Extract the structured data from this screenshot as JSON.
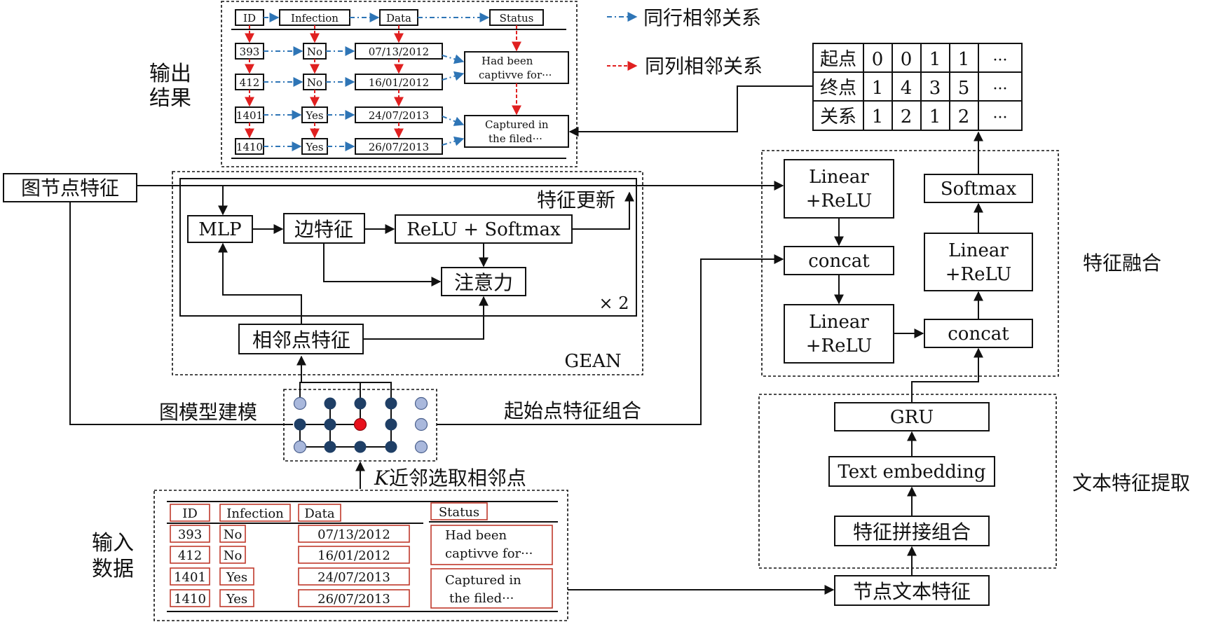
{
  "output_section": {
    "label_line1": "输出",
    "label_line2": "结果",
    "headers": [
      "ID",
      "Infection",
      "Data",
      "Status"
    ],
    "rows": [
      {
        "id": "393",
        "infection": "No",
        "date": "07/13/2012"
      },
      {
        "id": "412",
        "infection": "No",
        "date": "16/01/2012"
      },
      {
        "id": "1401",
        "infection": "Yes",
        "date": "24/07/2013"
      },
      {
        "id": "1410",
        "infection": "Yes",
        "date": "26/07/2013"
      }
    ],
    "status_1": [
      "Had been",
      "captivve for···"
    ],
    "status_2": [
      "Captured in",
      "the filed···"
    ]
  },
  "legend": {
    "row_relation": "同行相邻关系",
    "col_relation": "同列相邻关系",
    "row_color": "#2e75b6",
    "col_color": "#e02020"
  },
  "edge_table": {
    "rows": [
      {
        "label": "起点",
        "values": [
          "0",
          "0",
          "1",
          "1",
          "···"
        ]
      },
      {
        "label": "终点",
        "values": [
          "1",
          "4",
          "3",
          "5",
          "···"
        ]
      },
      {
        "label": "关系",
        "values": [
          "1",
          "2",
          "1",
          "2",
          "···"
        ]
      }
    ]
  },
  "gean": {
    "node_feature": "图节点特征",
    "feature_update": "特征更新",
    "mlp": "MLP",
    "edge_feature": "边特征",
    "relu_softmax": "ReLU + Softmax",
    "attention": "注意力",
    "repeat": "× 2",
    "neighbor_feature": "相邻点特征",
    "title": "GEAN"
  },
  "graph_modeling": {
    "label": "图模型建模",
    "start_combo": "起始点特征组合",
    "knn_k": "K",
    "knn_rest": "近邻选取相邻点",
    "light_color": "#a9b8dc",
    "dark_color": "#1f3f66",
    "highlight_color": "#e8101c"
  },
  "fusion": {
    "linear_relu_1": [
      "Linear",
      "+ReLU"
    ],
    "concat_1": "concat",
    "linear_relu_2": [
      "Linear",
      "+ReLU"
    ],
    "softmax": "Softmax",
    "linear_relu_3": [
      "Linear",
      "+ReLU"
    ],
    "concat_2": "concat",
    "label": "特征融合"
  },
  "text_extraction": {
    "gru": "GRU",
    "text_embedding": "Text embedding",
    "concat_features": "特征拼接组合",
    "node_text_feature": "节点文本特征",
    "label": "文本特征提取"
  },
  "input_section": {
    "label_line1": "输入",
    "label_line2": "数据",
    "headers": [
      "ID",
      "Infection",
      "Data",
      "Status"
    ],
    "rows": [
      {
        "id": "393",
        "infection": "No",
        "date": "07/13/2012"
      },
      {
        "id": "412",
        "infection": "No",
        "date": "16/01/2012"
      },
      {
        "id": "1401",
        "infection": "Yes",
        "date": "24/07/2013"
      },
      {
        "id": "1410",
        "infection": "Yes",
        "date": "26/07/2013"
      }
    ],
    "status_1": [
      "Had been",
      "captivve for···"
    ],
    "status_2": [
      "Captured in",
      "the filed···"
    ]
  }
}
